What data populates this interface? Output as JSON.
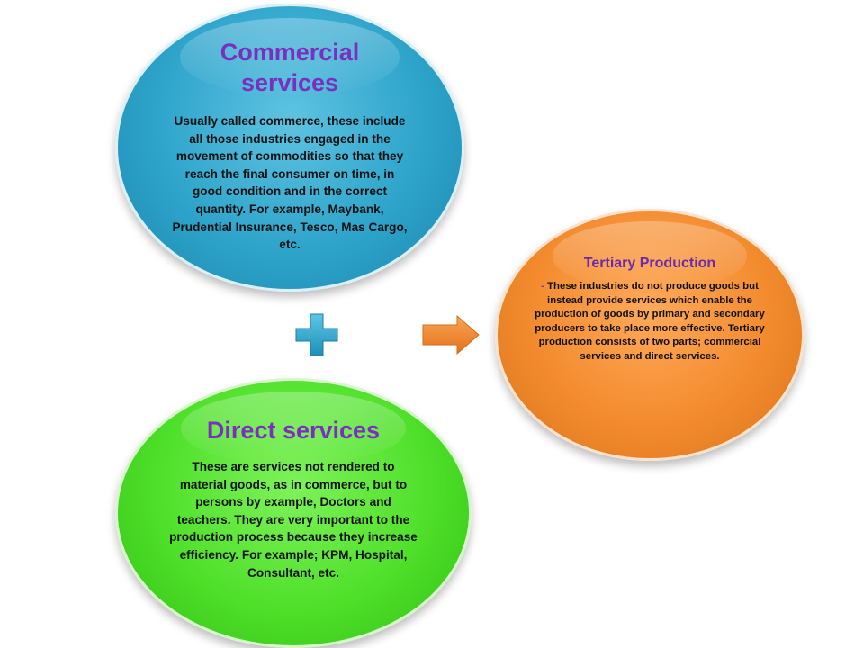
{
  "commercial": {
    "title": "Commercial services",
    "body": "Usually called commerce, these include all those industries engaged in the movement of commodities so that they reach the final consumer on time, in good condition and in the correct quantity. For example, Maybank, Prudential Insurance, Tesco, Mas Cargo, etc."
  },
  "direct": {
    "title": "Direct services",
    "body": "These are services not rendered to material goods, as in commerce, but to persons by example, Doctors and teachers. They are very important to the production process because they increase efficiency. For example; KPM, Hospital, Consultant, etc."
  },
  "tertiary": {
    "title": "Tertiary Production",
    "dash": "- ",
    "body": "These industries do not produce goods but instead provide services which enable the production of goods by primary and secondary producers to take place more effective. Tertiary production consists of two parts; commercial services and direct services."
  },
  "icons": {
    "plus": "plus-icon",
    "arrow": "arrow-right-icon"
  },
  "colors": {
    "commercial_fill": "#2ea4cb",
    "direct_fill": "#4fe02a",
    "tertiary_fill": "#f38b2e",
    "title_color": "#7b2fbe",
    "plus_color": "#2aa3cc",
    "arrow_color": "#f0822a"
  }
}
